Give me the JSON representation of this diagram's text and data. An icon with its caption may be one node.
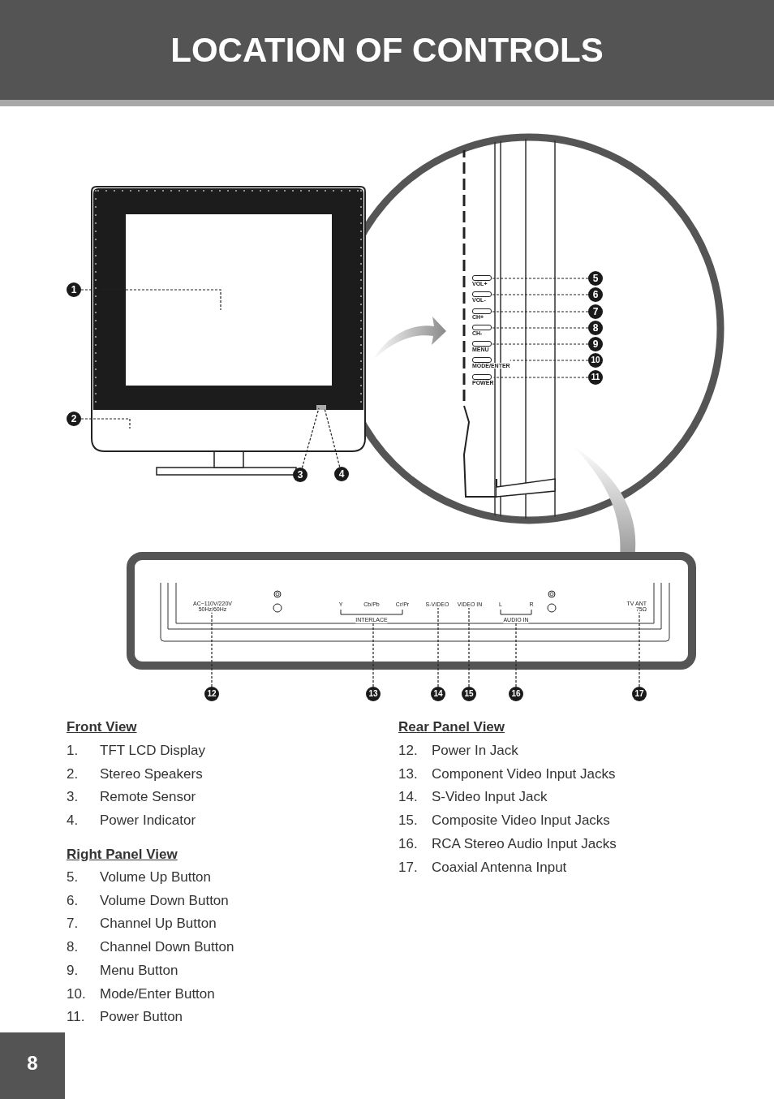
{
  "diagram": {
    "title": "LOCATION OF CONTROLS",
    "nodes": [
      {
        "text": [
          "1"
        ]
      },
      {
        "text": [
          "2"
        ]
      },
      {
        "text": [
          "3"
        ]
      },
      {
        "text": [
          "4"
        ]
      },
      {
        "text": [
          "5"
        ]
      },
      {
        "text": [
          "6"
        ]
      },
      {
        "text": [
          "7"
        ]
      },
      {
        "text": [
          "8"
        ]
      },
      {
        "text": [
          "9"
        ]
      },
      {
        "text": [
          "10"
        ]
      },
      {
        "text": [
          "11"
        ]
      },
      {
        "text": [
          "12"
        ]
      },
      {
        "text": [
          "13"
        ]
      },
      {
        "text": [
          "14"
        ]
      },
      {
        "text": [
          "15"
        ]
      },
      {
        "text": [
          "16"
        ]
      },
      {
        "text": [
          "17"
        ]
      },
      {
        "text": [
          "VOL+"
        ]
      },
      {
        "text": [
          "VOL-"
        ]
      },
      {
        "text": [
          "CH+"
        ]
      },
      {
        "text": [
          "CH-"
        ]
      },
      {
        "text": [
          "MENU"
        ]
      },
      {
        "text": [
          "MODE/ENTER"
        ]
      },
      {
        "text": [
          "POWER"
        ]
      },
      {
        "text": [
          "AC~110V/220V 50Hz/60Hz"
        ]
      },
      {
        "text": [
          "INTERLACE"
        ]
      },
      {
        "text": [
          "S-VIDEO"
        ]
      },
      {
        "text": [
          "VIDEO IN"
        ]
      },
      {
        "text": [
          "AUDIO IN"
        ]
      },
      {
        "text": [
          "TV ANT 75Ω"
        ]
      }
    ],
    "edges": [
      {
        "from": 0,
        "to": null,
        "arrow": "none",
        "style": "dashed"
      },
      {
        "from": 1,
        "to": null,
        "arrow": "none",
        "style": "dashed"
      },
      {
        "from": 2,
        "to": null,
        "arrow": "none",
        "style": "dashed"
      },
      {
        "from": 3,
        "to": null,
        "arrow": "none",
        "style": "dashed"
      },
      {
        "from": 4,
        "to": 17,
        "arrow": "none",
        "style": "dashed"
      },
      {
        "from": 5,
        "to": 18,
        "arrow": "none",
        "style": "dashed"
      },
      {
        "from": 6,
        "to": 19,
        "arrow": "none",
        "style": "dashed"
      },
      {
        "from": 7,
        "to": 20,
        "arrow": "none",
        "style": "dashed"
      },
      {
        "from": 8,
        "to": 21,
        "arrow": "none",
        "style": "dashed"
      },
      {
        "from": 9,
        "to": 22,
        "arrow": "none",
        "style": "dashed"
      },
      {
        "from": 10,
        "to": 23,
        "arrow": "none",
        "style": "dashed"
      },
      {
        "from": 11,
        "to": 24,
        "arrow": "none",
        "style": "dashed"
      },
      {
        "from": 12,
        "to": 25,
        "arrow": "none",
        "style": "dashed"
      },
      {
        "from": 13,
        "to": 26,
        "arrow": "none",
        "style": "dashed"
      },
      {
        "from": 14,
        "to": 27,
        "arrow": "none",
        "style": "dashed"
      },
      {
        "from": 15,
        "to": 28,
        "arrow": "none",
        "style": "dashed"
      },
      {
        "from": 16,
        "to": 29,
        "arrow": "none",
        "style": "dashed"
      }
    ],
    "labels": [
      "Y",
      "Cb/Pb",
      "Cr/Pr",
      "L",
      "R",
      "Front View",
      "1.",
      "TFT LCD Display",
      "2.",
      "Stereo Speakers",
      "3.",
      "Remote Sensor",
      "4.",
      "Power Indicator",
      "Right Panel View",
      "5.",
      "Volume Up Button",
      "6.",
      "Volume Down Button",
      "7.",
      "Channel Up Button",
      "8.",
      "Channel Down Button",
      "9.",
      "Menu Button",
      "10.",
      "Mode/Enter Button",
      "11.",
      "Power Button",
      "Rear Panel View",
      "12.",
      "Power In Jack",
      "13.",
      "Component Video Input Jacks",
      "14.",
      "S-Video Input Jack",
      "15.",
      "Composite Video Input Jacks",
      "16.",
      "RCA Stereo Audio Input Jacks",
      "17.",
      "Coaxial Antenna Input",
      "8"
    ]
  }
}
